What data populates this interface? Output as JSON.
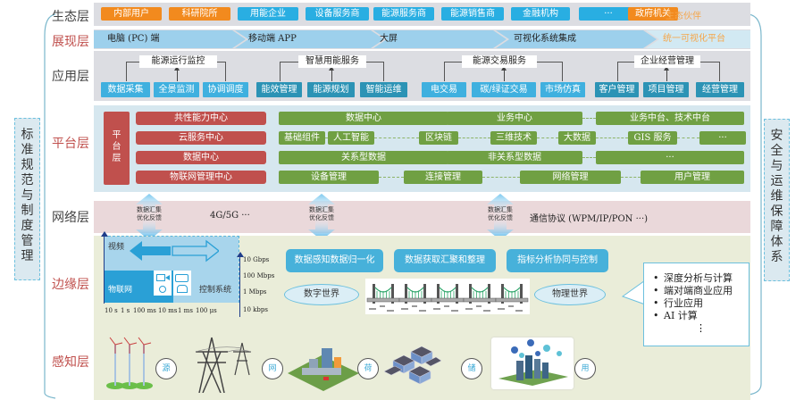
{
  "layers": {
    "ecology": "生态层",
    "presentation": "展现层",
    "application": "应用层",
    "platform": "平台层",
    "network": "网络层",
    "edge": "边缘层",
    "perception": "感知层"
  },
  "side_panels": {
    "left": "标准规范与制度管理",
    "right": "安全与运维保障体系"
  },
  "ecology": {
    "items": [
      {
        "label": "内部用户",
        "color": "orange"
      },
      {
        "label": "科研院所",
        "color": "orange"
      },
      {
        "label": "用能企业",
        "color": "blue"
      },
      {
        "label": "设备服务商",
        "color": "blue"
      },
      {
        "label": "能源服务商",
        "color": "blue"
      },
      {
        "label": "能源销售商",
        "color": "blue"
      },
      {
        "label": "金融机构",
        "color": "blue"
      },
      {
        "label": "···",
        "color": "blue"
      },
      {
        "label": "政府机关",
        "color": "orange"
      }
    ],
    "tag": "生态伙伴"
  },
  "presentation": {
    "segments": [
      "电脑 (PC) 端",
      "移动端 APP",
      "大屏",
      "可视化系统集成"
    ],
    "tag": "统一可视化平台"
  },
  "application": {
    "groups": [
      {
        "title": "能源运行监控",
        "items": [
          "数据采集",
          "全景监测",
          "协调调度"
        ],
        "shade": "light"
      },
      {
        "title": "智慧用能服务",
        "items": [
          "能效管理",
          "能源规划",
          "智能运维"
        ],
        "shade": "dark"
      },
      {
        "title": "能源交易服务",
        "items": [
          "电交易",
          "碳/绿证交易",
          "市场仿真"
        ],
        "shade": "light"
      },
      {
        "title": "企业经营管理",
        "items": [
          "客户管理",
          "项目管理",
          "经营管理"
        ],
        "shade": "dark"
      }
    ]
  },
  "platform": {
    "side_label": "平台层",
    "red_items": [
      "共性能力中心",
      "云服务中心",
      "数据中心",
      "物联网管理中心"
    ],
    "green_rows": [
      [
        "数据中心",
        "业务中心",
        "业务中台、技术中台"
      ],
      [
        "基础组件",
        "人工智能",
        "区块链",
        "三维技术",
        "大数据",
        "GIS 服务",
        "···"
      ],
      [
        "关系型数据",
        "非关系型数据",
        "···"
      ],
      [
        "设备管理",
        "连接管理",
        "网络管理",
        "用户管理"
      ]
    ]
  },
  "network": {
    "arrow_label_1": "数据汇集",
    "arrow_label_2": "优化反馈",
    "tech": "4G/5G ···",
    "protocol": "通信协议 (WPM/IP/PON ···)"
  },
  "edge": {
    "chart": {
      "top_label": "视频",
      "bottom_left": "物联网",
      "bottom_right": "控制系统",
      "x_ticks": [
        "10 s",
        "1 s",
        "100 ms",
        "10 ms",
        "1 ms",
        "100 μs"
      ],
      "y_ticks": [
        "10 Gbps",
        "100 Mbps",
        "1 Mbps",
        "10 kbps"
      ]
    },
    "buttons": [
      "数据感知数据归一化",
      "数据获取汇聚和整理",
      "指标分析协同与控制"
    ],
    "digital_world": "数字世界",
    "physical_world": "物理世界",
    "callout_items": [
      "深度分析与计算",
      "端对端商业应用",
      "行业应用",
      "AI 计算"
    ],
    "callout_more": "⋮"
  },
  "perception": {
    "items": [
      {
        "label": "源",
        "icon": "wind-turbine-icon"
      },
      {
        "label": "网",
        "icon": "power-tower-icon"
      },
      {
        "label": "荷",
        "icon": "factory-icon"
      },
      {
        "label": "储",
        "icon": "battery-icon"
      },
      {
        "label": "用",
        "icon": "smart-city-icon"
      }
    ]
  },
  "colors": {
    "orange": "#f28a1e",
    "blue": "#29aee2",
    "red": "#c0504d",
    "green": "#70a043",
    "band_gray": "#dcdde2",
    "band_blue": "#9dd0ec",
    "band_platform": "#d6e7ef",
    "band_network": "#ead8da",
    "band_edge": "#eaedd9"
  }
}
